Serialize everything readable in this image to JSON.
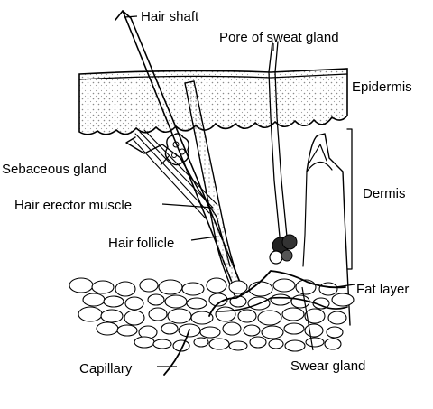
{
  "labels": {
    "hair_shaft": "Hair shaft",
    "pore_of_sweat_gland": "Pore of sweat gland",
    "epidermis": "Epidermis",
    "sebaceous_gland": "Sebaceous gland",
    "dermis": "Dermis",
    "hair_erector_muscle": "Hair erector muscle",
    "hair_follicle": "Hair follicle",
    "fat_layer": "Fat layer",
    "capillary": "Capillary",
    "swear_gland": "Swear gland"
  },
  "colors": {
    "ink": "#000000",
    "background": "#ffffff",
    "stipple": "#9a9a9a"
  }
}
